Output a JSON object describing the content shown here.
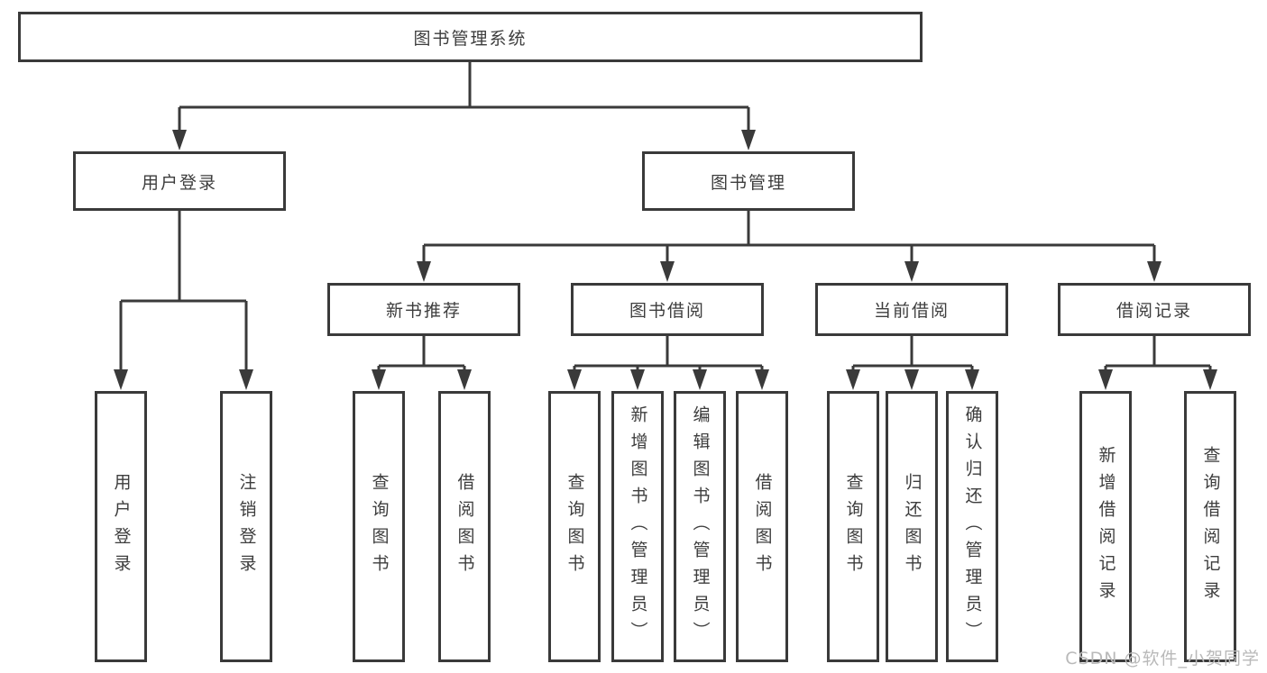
{
  "diagram": {
    "root": {
      "label": "图书管理系统"
    },
    "level2": {
      "user_login": {
        "label": "用户登录"
      },
      "book_mgmt": {
        "label": "图书管理"
      }
    },
    "level3": {
      "new_books": {
        "label": "新书推荐"
      },
      "borrowing": {
        "label": "图书借阅"
      },
      "current": {
        "label": "当前借阅"
      },
      "records": {
        "label": "借阅记录"
      }
    },
    "leaves": {
      "user_login": [
        "用户登录",
        "注销登录"
      ],
      "new_books": [
        "查询图书",
        "借阅图书"
      ],
      "borrowing": [
        "查询图书",
        "新增图书（管理员）",
        "编辑图书（管理员）",
        "借阅图书"
      ],
      "current": [
        "查询图书",
        "归还图书",
        "确认归还（管理员）"
      ],
      "records": [
        "新增借阅记录",
        "查询借阅记录"
      ]
    }
  },
  "watermark": {
    "text": "CSDN @软件_小贺同学",
    "color": "#b9b9b9"
  },
  "colors": {
    "line": "#3a3a3a",
    "border": "#3a3a3a",
    "text": "#3d3d3d",
    "background": "#ffffff"
  }
}
